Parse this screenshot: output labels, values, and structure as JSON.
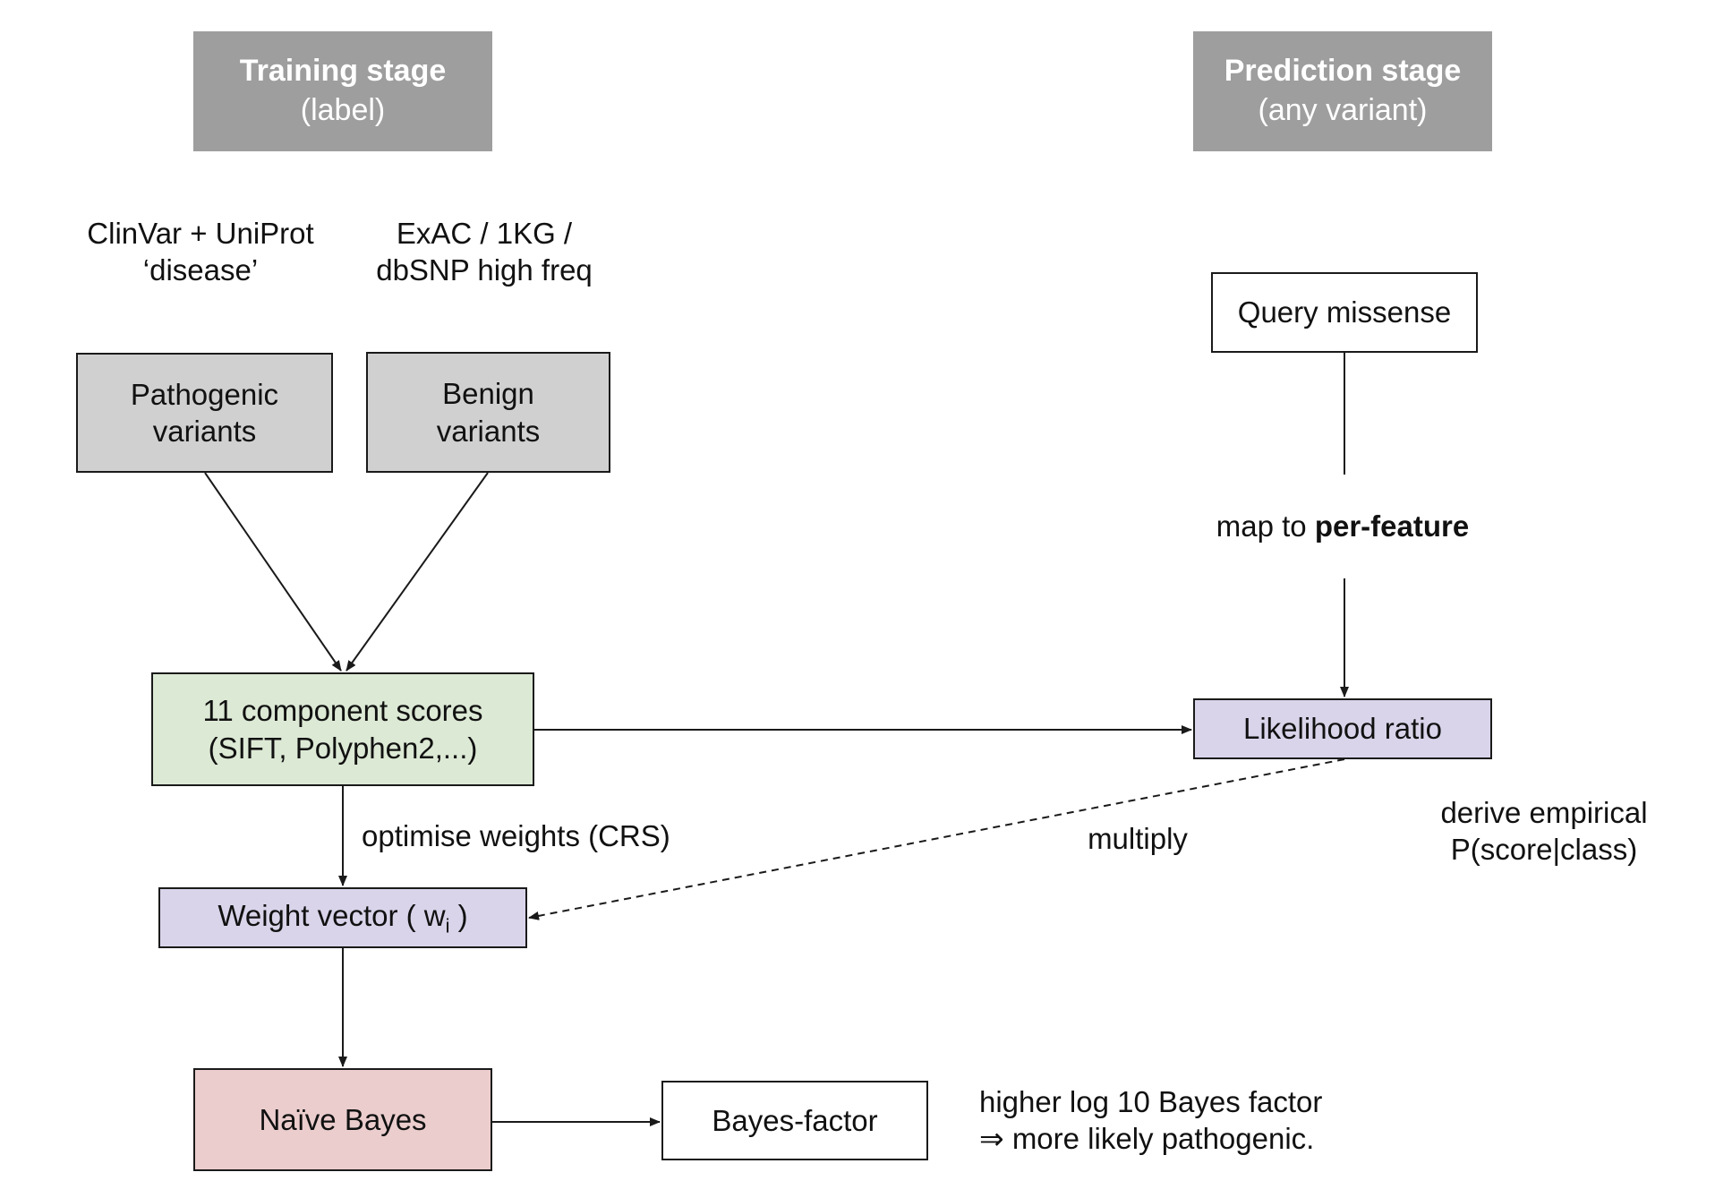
{
  "stages": {
    "training": {
      "title": "Training stage",
      "subtitle": "(label)"
    },
    "prediction": {
      "title": "Prediction stage",
      "subtitle": "(any variant)"
    }
  },
  "sources": {
    "pathogenic": [
      "ClinVar + UniProt",
      "‘disease’"
    ],
    "benign": [
      "ExAC / 1KG /",
      "dbSNP high freq"
    ]
  },
  "nodes": {
    "pathogenic": [
      "Pathogenic",
      "variants"
    ],
    "benign": [
      "Benign",
      "variants"
    ],
    "component_scores": [
      "11 component scores",
      "(SIFT, Polyphen2,...)"
    ],
    "weight_vector": {
      "prefix": "Weight vector ( w",
      "sub": "i",
      "suffix": " )"
    },
    "naive_bayes": "Naïve Bayes",
    "bayes_factor": "Bayes-factor",
    "query_missense": "Query missense",
    "likelihood_ratio": "Likelihood ratio"
  },
  "edge_labels": {
    "optimise": "optimise weights (CRS)",
    "multiply": "multiply",
    "map_prefix": "map to ",
    "map_bold": "per-feature",
    "derive": [
      "derive empirical",
      "P(score|class)"
    ]
  },
  "note": [
    "higher log 10 Bayes factor",
    "⇒ more likely pathogenic."
  ],
  "colors": {
    "stage_header": "#9e9e9e",
    "variant_box": "#d0d0d0",
    "component_box": "#dce9d5",
    "lavender_box": "#d9d4ea",
    "naive_bayes_box": "#ebcdcd"
  }
}
